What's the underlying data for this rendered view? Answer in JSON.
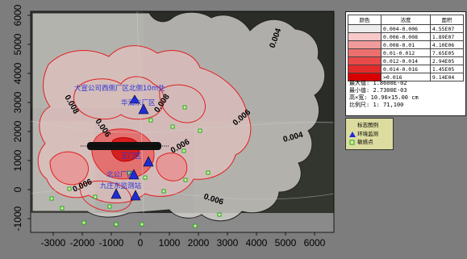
{
  "axes": {
    "x_ticks": [
      "-3000",
      "-2000",
      "-1000",
      "0",
      "1000",
      "2000",
      "3000",
      "4000",
      "5000",
      "6000"
    ],
    "y_ticks": [
      "6000",
      "5000",
      "4000",
      "3000",
      "2000",
      "1000",
      "0",
      "-1000"
    ]
  },
  "contour_labels": [
    "0.004",
    "0.004",
    "0.006",
    "0.006",
    "0.006",
    "0.006",
    "0.006",
    "0.008",
    "0.008"
  ],
  "map_labels": [
    "大宣公司西侧厂区北侧10m处",
    "华润东厂区",
    "正门区",
    "北公厂区",
    "九庄东监测站"
  ],
  "colors": {
    "background": "#7d7d7d",
    "contour": "#e02020",
    "fill_light": "#f4b8b8",
    "fill_mid": "#e86060",
    "fill_strong": "#d81010",
    "sensitive_point": "#1f2bd8",
    "monitor_point": "#22aa22"
  },
  "legend": {
    "headers": [
      "颜色",
      "浓度",
      "面积"
    ],
    "rows": [
      {
        "color": "#ececec",
        "range": "0.004-0.006",
        "area": "4.55E07"
      },
      {
        "color": "#f6c8c8",
        "range": "0.006-0.008",
        "area": "1.89E07"
      },
      {
        "color": "#f19a9a",
        "range": "0.008-0.01",
        "area": "4.10E06"
      },
      {
        "color": "#ec7070",
        "range": "0.01-0.012",
        "area": "7.65E05"
      },
      {
        "color": "#e84a4a",
        "range": "0.012-0.014",
        "area": "2.94E05"
      },
      {
        "color": "#e22a2a",
        "range": "0.014-0.016",
        "area": "1.45E05"
      },
      {
        "color": "#d80000",
        "range": ">0.016",
        "area": "9.14E04"
      }
    ],
    "stats": [
      {
        "label": "最大值:",
        "value": "1.8600E-02"
      },
      {
        "label": "最小值:",
        "value": "2.7300E-03"
      },
      {
        "label": "高×宽:",
        "value": "10.96×15.00 cm"
      },
      {
        "label": "比例尺:",
        "value": "1: 71,100"
      }
    ]
  },
  "marker_legend": {
    "title": "标志图例",
    "items": [
      {
        "symbol": "blue-triangle",
        "label": "环境监测"
      },
      {
        "symbol": "green-square",
        "label": "敏感点"
      }
    ]
  }
}
